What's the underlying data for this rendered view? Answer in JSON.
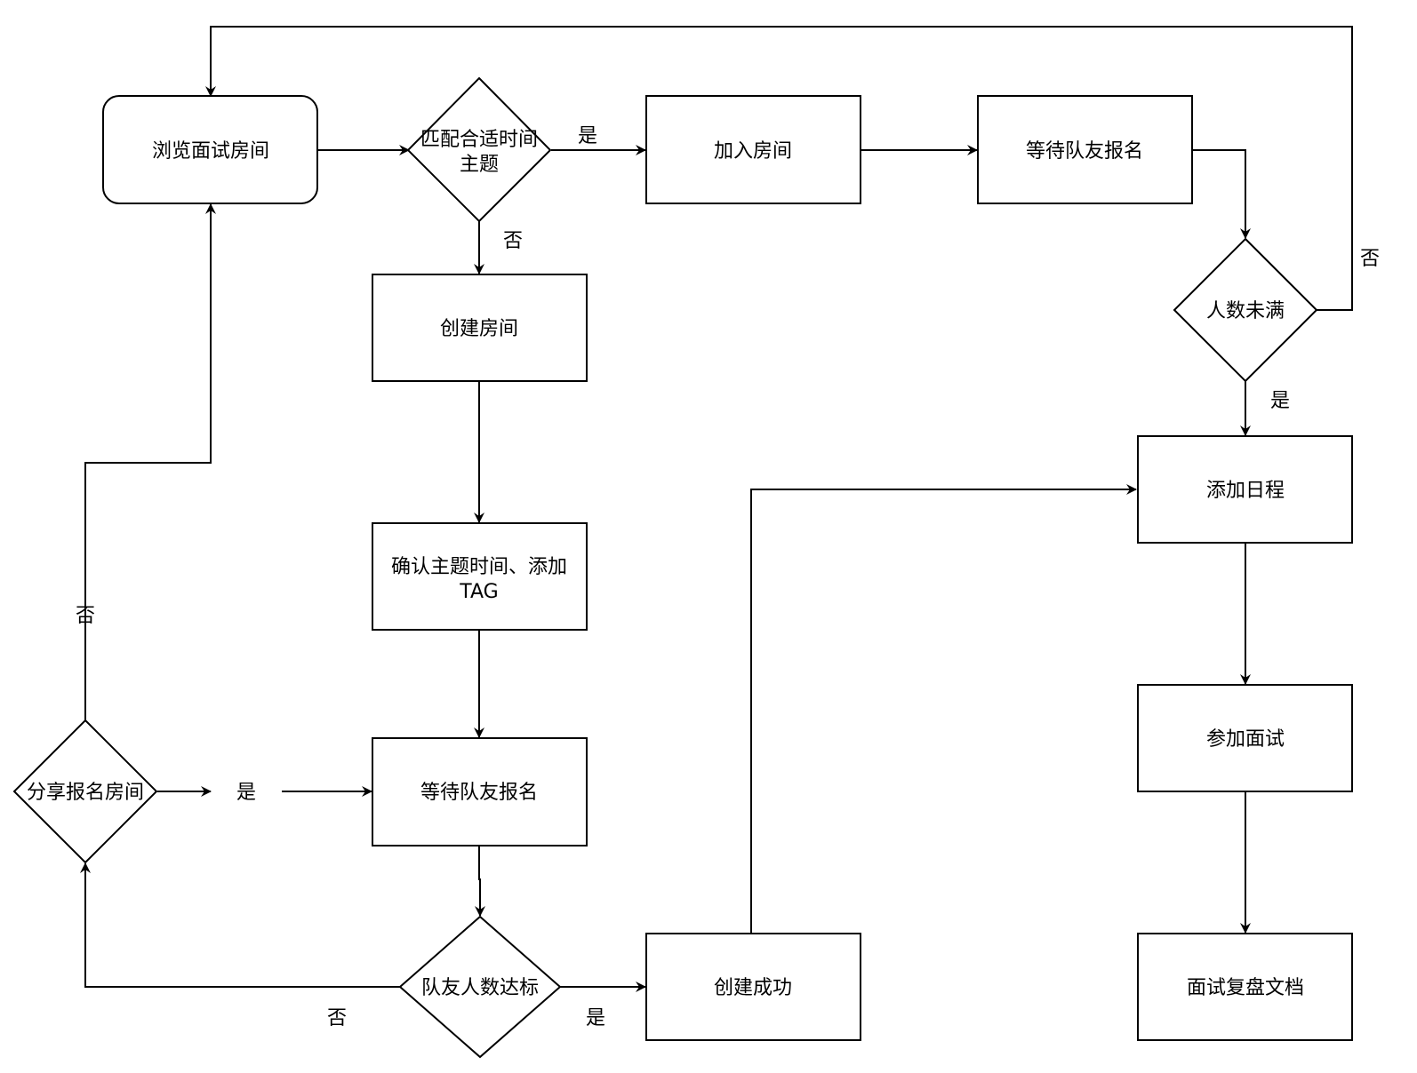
{
  "nodes": {
    "browse": "浏览面试房间",
    "match_line1": "匹配合适时间",
    "match_line2": "主题",
    "join": "加入房间",
    "wait_top": "等待队友报名",
    "not_full": "人数未满",
    "create": "创建房间",
    "confirm_line1": "确认主题时间、添加",
    "confirm_line2": "TAG",
    "wait_mid": "等待队友报名",
    "share": "分享报名房间",
    "teammates_ok": "队友人数达标",
    "create_ok": "创建成功",
    "schedule": "添加日程",
    "attend": "参加面试",
    "review": "面试复盘文档"
  },
  "edge_labels": {
    "match_yes": "是",
    "match_no": "否",
    "not_full_no": "否",
    "not_full_yes": "是",
    "share_no": "否",
    "share_yes": "是",
    "teammates_no": "否",
    "teammates_yes": "是"
  }
}
